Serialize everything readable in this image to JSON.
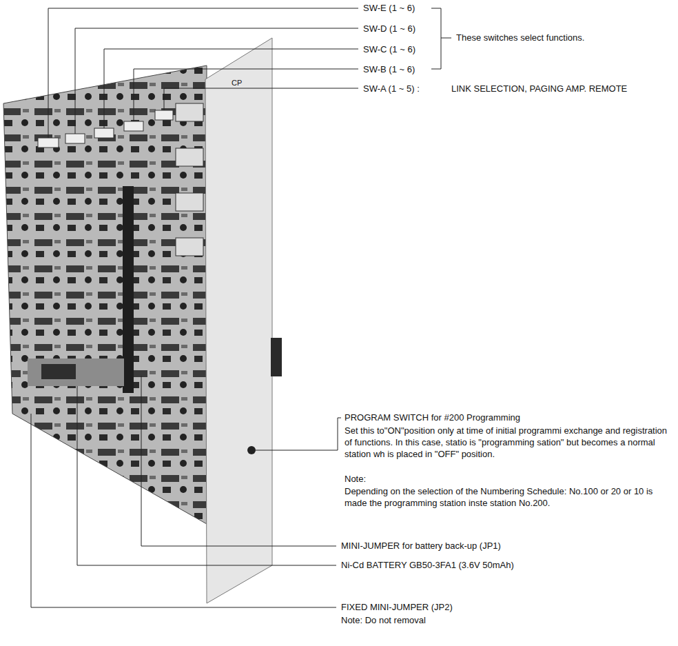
{
  "diagram": {
    "labels": [
      "SW-E (1 ~ 6)",
      "SW-D (1 ~ 6)",
      "SW-C (1 ~ 6)",
      "SW-B (1 ~ 6)",
      "These switches select functions.",
      "SW-A (1 ~ 5) :",
      "LINK SELECTION, PAGING AMP. REMOTE",
      "PROGRAM SWITCH for #200 Programming",
      "Set this to\"ON\"position only at time of initial programmi exchange and registration of functions. In this case, statio is \"programming sation\" but becomes a normal station wh is placed in \"OFF\" position.",
      "Note:",
      "Depending on the selection of the Numbering Schedule: No.100 or 20 or 10 is made the programming station inste station No.200.",
      "MINI-JUMPER for battery back-up (JP1)",
      "Ni-Cd BATTERY GB50-3FA1 (3.6V 50mAh)",
      "FIXED MINI-JUMPER (JP2)",
      "Note: Do not removal",
      "CP"
    ]
  }
}
